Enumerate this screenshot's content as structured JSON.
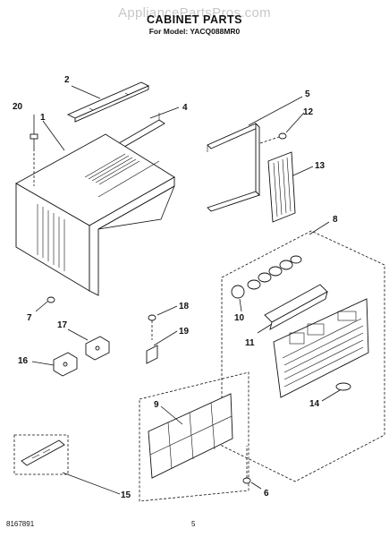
{
  "watermark": "AppliancePartsPros.com",
  "header": {
    "title": "CABINET PARTS",
    "subtitle": "For Model: YACQ088MR0"
  },
  "footer": {
    "doc_number": "8167891",
    "page_number": "5"
  },
  "callouts": [
    {
      "id": "c1",
      "label": "1"
    },
    {
      "id": "c2",
      "label": "2"
    },
    {
      "id": "c4",
      "label": "4"
    },
    {
      "id": "c5",
      "label": "5"
    },
    {
      "id": "c6",
      "label": "6"
    },
    {
      "id": "c7",
      "label": "7"
    },
    {
      "id": "c8",
      "label": "8"
    },
    {
      "id": "c9",
      "label": "9"
    },
    {
      "id": "c10",
      "label": "10"
    },
    {
      "id": "c11",
      "label": "11"
    },
    {
      "id": "c12",
      "label": "12"
    },
    {
      "id": "c13",
      "label": "13"
    },
    {
      "id": "c14",
      "label": "14"
    },
    {
      "id": "c15",
      "label": "15"
    },
    {
      "id": "c16",
      "label": "16"
    },
    {
      "id": "c17",
      "label": "17"
    },
    {
      "id": "c18",
      "label": "18"
    },
    {
      "id": "c19",
      "label": "19"
    },
    {
      "id": "c20",
      "label": "20"
    }
  ]
}
